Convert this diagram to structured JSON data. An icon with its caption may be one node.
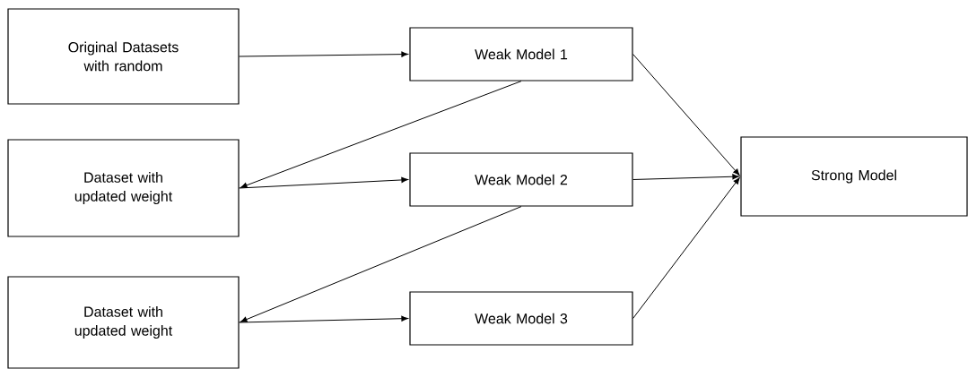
{
  "diagram": {
    "nodes": [
      {
        "text": [
          "Original Datasets with random"
        ]
      },
      {
        "text": [
          "Dataset with updated weight"
        ]
      },
      {
        "text": [
          "Dataset with updated weight"
        ]
      },
      {
        "text": [
          "Weak Model 1"
        ]
      },
      {
        "text": [
          "Weak Model 2"
        ]
      },
      {
        "text": [
          "Weak Model 3"
        ]
      },
      {
        "text": [
          "Strong Model"
        ]
      }
    ],
    "edges": [
      {
        "from": 0,
        "to": 3,
        "arrow": "to"
      },
      {
        "from": 3,
        "to": 1,
        "arrow": "to"
      },
      {
        "from": 1,
        "to": 4,
        "arrow": "to"
      },
      {
        "from": 4,
        "to": 2,
        "arrow": "to"
      },
      {
        "from": 2,
        "to": 5,
        "arrow": "to"
      },
      {
        "from": 3,
        "to": 6,
        "arrow": "to"
      },
      {
        "from": 4,
        "to": 6,
        "arrow": "to"
      },
      {
        "from": 5,
        "to": 6,
        "arrow": "to"
      }
    ]
  }
}
